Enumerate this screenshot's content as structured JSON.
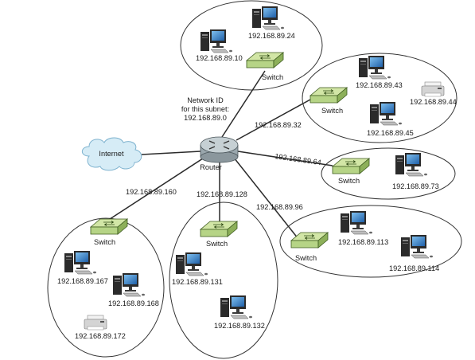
{
  "network_id_note": {
    "line1": "Network ID",
    "line2": "for this subnet:",
    "line3": "192.168.89.0"
  },
  "internet_label": "Internet",
  "router_label": "Router",
  "switch_label": "Switch",
  "link_labels": {
    "s32": "192.168.89.32",
    "s64": "192.168.89.64",
    "s96": "192.168.89.96",
    "s128": "192.168.89.128",
    "s160": "192.168.89.160"
  },
  "hosts": {
    "h10": "192.168.89.10",
    "h24": "192.168.89.24",
    "h43": "192.168.89.43",
    "h44": "192.168.89.44",
    "h45": "192.168.89.45",
    "h73": "192.168.89.73",
    "h113": "192.168.89.113",
    "h114": "192.168.89.114",
    "h131": "192.168.89.131",
    "h132": "192.168.89.132",
    "h167": "192.168.89.167",
    "h168": "192.168.89.168",
    "h172": "192.168.89.172"
  },
  "colors": {
    "switch_top": "#d2e6a6",
    "switch_side": "#9cc16a",
    "router_body": "#b9c4c9",
    "cloud": "#d6ecf6",
    "monitor_screen": "#2f7fc9",
    "computer_body": "#2b2b2b"
  }
}
